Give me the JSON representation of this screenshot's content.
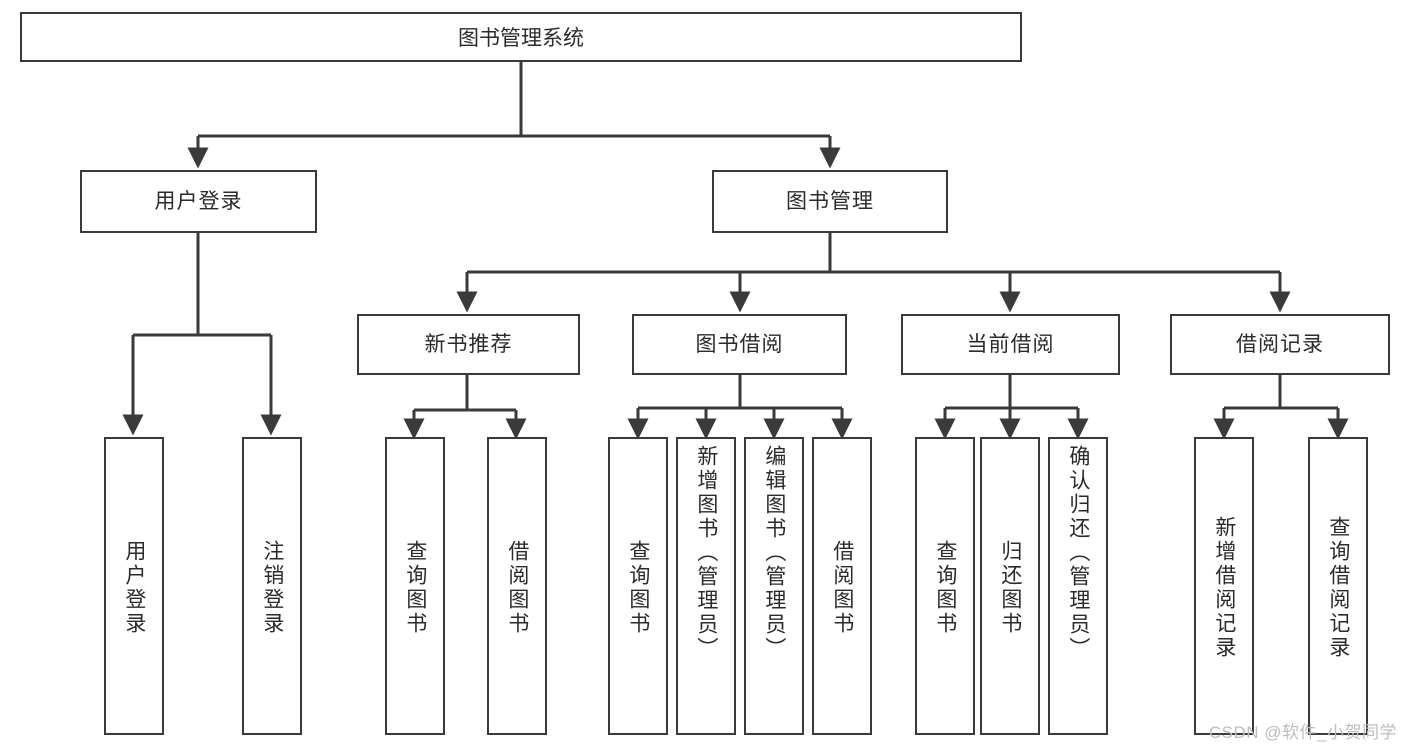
{
  "diagram": {
    "type": "tree-hierarchy",
    "title": "图书管理系统",
    "watermark": "CSDN @软件_小贺同学",
    "colors": {
      "box_border": "#3a3a3a",
      "box_fill": "#ffffff",
      "text": "#2b2b2b",
      "connector": "#3a3a3a",
      "watermark": "#bdbdbd",
      "background": "#ffffff"
    },
    "root": {
      "label": "图书管理系统"
    },
    "level2": [
      {
        "id": "user-login",
        "label": "用户登录"
      },
      {
        "id": "book-manage",
        "label": "图书管理"
      }
    ],
    "level3": [
      {
        "id": "new-book-recommend",
        "label": "新书推荐"
      },
      {
        "id": "book-borrow",
        "label": "图书借阅"
      },
      {
        "id": "current-borrow",
        "label": "当前借阅"
      },
      {
        "id": "borrow-record",
        "label": "借阅记录"
      }
    ],
    "leaves": {
      "user-login": [
        {
          "id": "leaf-user-login",
          "label": "用户登录"
        },
        {
          "id": "leaf-logout",
          "label": "注销登录"
        }
      ],
      "new-book-recommend": [
        {
          "id": "leaf-query-book-1",
          "label": "查询图书"
        },
        {
          "id": "leaf-borrow-book-1",
          "label": "借阅图书"
        }
      ],
      "book-borrow": [
        {
          "id": "leaf-query-book-2",
          "label": "查询图书"
        },
        {
          "id": "leaf-add-book",
          "label": "新增图书（管理员）"
        },
        {
          "id": "leaf-edit-book",
          "label": "编辑图书（管理员）"
        },
        {
          "id": "leaf-borrow-book-2",
          "label": "借阅图书"
        }
      ],
      "current-borrow": [
        {
          "id": "leaf-query-book-3",
          "label": "查询图书"
        },
        {
          "id": "leaf-return-book",
          "label": "归还图书"
        },
        {
          "id": "leaf-confirm-return",
          "label": "确认归还（管理员）"
        }
      ],
      "borrow-record": [
        {
          "id": "leaf-add-record",
          "label": "新增借阅记录"
        },
        {
          "id": "leaf-query-record",
          "label": "查询借阅记录"
        }
      ]
    }
  }
}
